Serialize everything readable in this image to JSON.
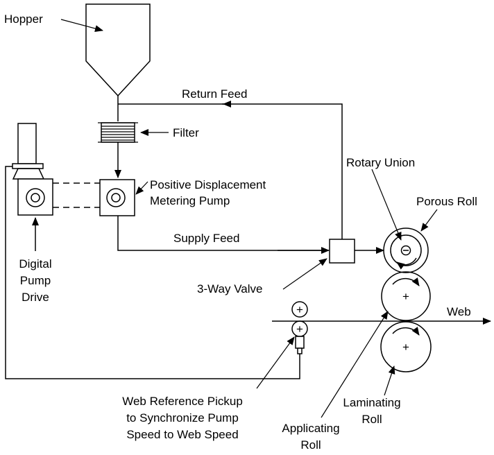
{
  "labels": {
    "hopper": "Hopper",
    "return_feed": "Return Feed",
    "filter": "Filter",
    "metering_pump_line1": "Positive Displacement",
    "metering_pump_line2": "Metering Pump",
    "rotary_union": "Rotary Union",
    "porous_roll": "Porous Roll",
    "supply_feed": "Supply Feed",
    "digital_pump_drive_line1": "Digital",
    "digital_pump_drive_line2": "Pump",
    "digital_pump_drive_line3": "Drive",
    "three_way_valve": "3-Way Valve",
    "web": "Web",
    "web_reference_line1": "Web Reference Pickup",
    "web_reference_line2": "to Synchronize Pump",
    "web_reference_line3": "Speed to Web Speed",
    "laminating_roll_line1": "Laminating",
    "laminating_roll_line2": "Roll",
    "applicating_roll_line1": "Applicating",
    "applicating_roll_line2": "Roll"
  },
  "symbols": {
    "plus": "+",
    "minus_circle": "⊖"
  },
  "colors": {
    "line": "#000000",
    "background": "#ffffff"
  }
}
